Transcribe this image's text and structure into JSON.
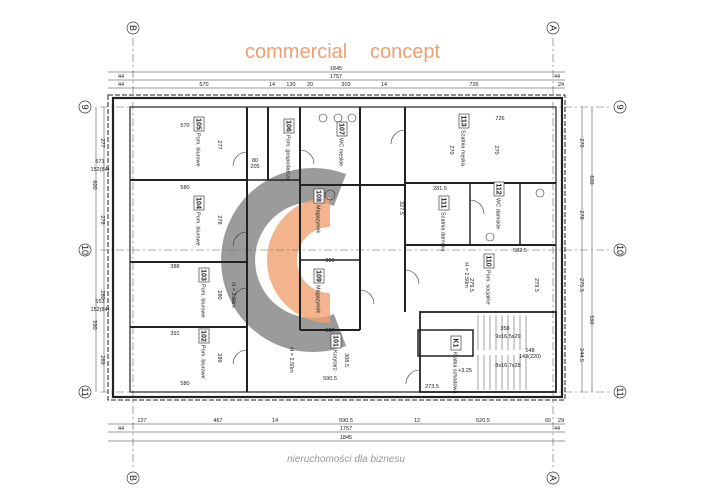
{
  "axes": {
    "top_left": "B",
    "top_right": "A",
    "row_top": "9",
    "row_mid": "10",
    "row_bottom": "11"
  },
  "dims_top": {
    "overall": "1845",
    "inner": "1757",
    "side_a": "44",
    "side_b": "44",
    "segments": [
      "44",
      "570",
      "14",
      "130",
      "20",
      "303",
      "14",
      "726",
      "24"
    ]
  },
  "dims_bottom": {
    "overall": "1845",
    "inner": "1757",
    "side_a": "44",
    "side_b": "44",
    "segments": [
      "127",
      "467",
      "14",
      "590.5",
      "12",
      "520.5",
      "65",
      "29"
    ]
  },
  "dims_left": {
    "overall_top": "600",
    "overall_bottom": "590",
    "segments": [
      "277",
      "278",
      "280",
      "289"
    ],
    "notes": [
      "571",
      "152(84)",
      "553",
      "152(84)"
    ]
  },
  "dims_right": {
    "overall_top": "600",
    "overall_bottom": "590",
    "segments": [
      "270",
      "278",
      "275.5",
      "244.5"
    ]
  },
  "rooms": [
    {
      "num": "105",
      "name": "Pom. biurowe"
    },
    {
      "num": "104",
      "name": "Pom. biurowe"
    },
    {
      "num": "103",
      "name": "Pom. biurowe"
    },
    {
      "num": "102",
      "name": "Pom. biurowe"
    },
    {
      "num": "106",
      "name": "Pom. gospodarcze"
    },
    {
      "num": "107",
      "name": "WC męskie"
    },
    {
      "num": "108",
      "name": "Magazynek"
    },
    {
      "num": "109",
      "name": "Magazynek"
    },
    {
      "num": "101",
      "name": "Korytarz"
    },
    {
      "num": "110",
      "name": "Pom. socjalne"
    },
    {
      "num": "111",
      "name": "Szatnia damska"
    },
    {
      "num": "112",
      "name": "WC damskie"
    },
    {
      "num": "113",
      "name": "Szatnia męska"
    },
    {
      "num": "K1",
      "name": "Klatka schodowa"
    }
  ],
  "interior_dims": [
    "570",
    "580",
    "388",
    "391",
    "580",
    "277",
    "278",
    "280",
    "289",
    "726",
    "270",
    "270",
    "281.5",
    "582.5",
    "279.5",
    "279.5",
    "337",
    "309",
    "327.5",
    "358",
    "148",
    "143(220)",
    "9x16.5x29",
    "8x16.7x28",
    "+3.25",
    "590.5",
    "308.5",
    "273.5",
    "H = 2.50m",
    "H = 2.50m",
    "H = 2.50m",
    "80",
    "205"
  ],
  "watermark": {
    "line1": "commercial",
    "line2": "concept",
    "tagline": "nieruchomości dla biznesu"
  }
}
